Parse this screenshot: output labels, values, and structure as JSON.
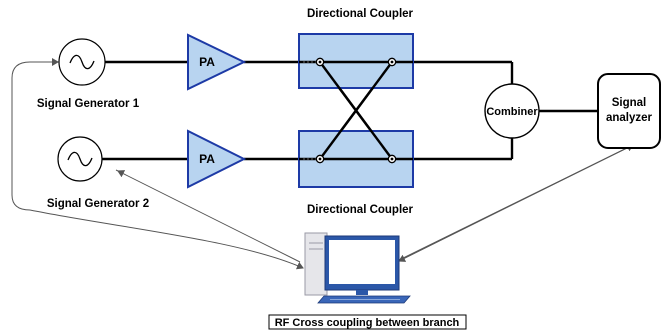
{
  "labels": {
    "coupler_top": "Directional Coupler",
    "coupler_bottom": "Directional Coupler",
    "sig_gen_1": "Signal Generator 1",
    "sig_gen_2": "Signal Generator 2",
    "pa_top": "PA",
    "pa_bottom": "PA",
    "combiner": "Combiner",
    "analyzer_line1": "Signal",
    "analyzer_line2": "analyzer",
    "caption": "RF Cross coupling between branch"
  },
  "colors": {
    "blue_fill": "#b8d4f0",
    "blue_stroke": "#1d3aa6",
    "line": "#000000",
    "thin_line": "#555555"
  },
  "icons": {
    "generator": "sine-wave-icon",
    "computer": "desktop-computer-icon"
  }
}
